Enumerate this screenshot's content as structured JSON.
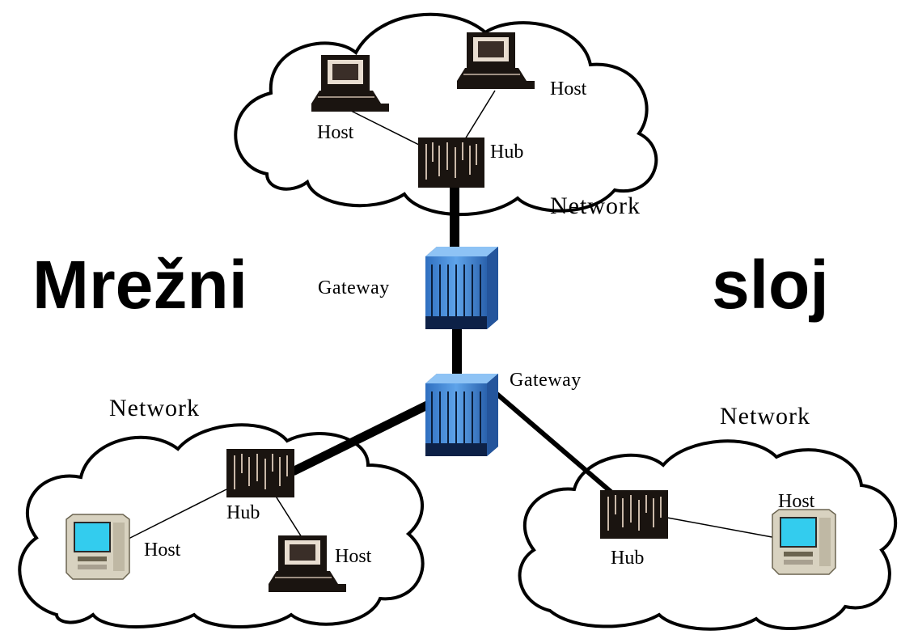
{
  "title": {
    "left_word": "Mrežni",
    "right_word": "sloj"
  },
  "clouds": [
    {
      "id": "top",
      "network_label": "Network",
      "hub_label": "Hub",
      "host_labels": [
        "Host",
        "Host"
      ]
    },
    {
      "id": "bottom-left",
      "network_label": "Network",
      "hub_label": "Hub",
      "host_labels": [
        "Host",
        "Host"
      ]
    },
    {
      "id": "bottom-right",
      "network_label": "Network",
      "hub_label": "Hub",
      "host_labels": [
        "Host"
      ]
    }
  ],
  "gateways": [
    {
      "label": "Gateway"
    },
    {
      "label": "Gateway"
    }
  ],
  "colors": {
    "gateway_blue": "#4a8fd8",
    "screen_cyan": "#33ccee",
    "hub_dark": "#1a1410",
    "cloud_stroke": "#000000"
  }
}
